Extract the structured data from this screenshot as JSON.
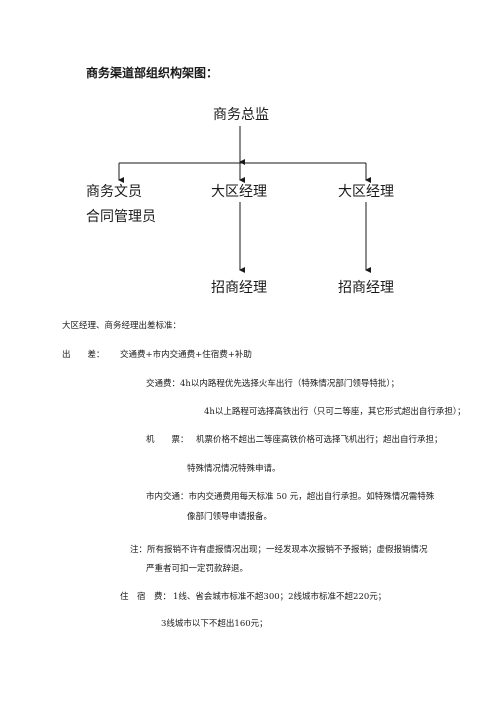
{
  "heading": "商务渠道部组织构架图：",
  "org_chart": {
    "top": "商务总监",
    "level2": [
      "商务文员",
      "大区经理",
      "大区经理"
    ],
    "level2_extra": "合同管理员",
    "level3": [
      "招商经理",
      "招商经理"
    ]
  },
  "standards": {
    "intro": "大区经理、商务经理出差标准：",
    "travel_label": "出　　差：",
    "travel_items": "交通费+市内交通费+住宿费+补助",
    "transport_l1": "交通费：4h以内路程优先选择火车出行（特殊情况部门领导特批）；",
    "transport_l2": "4h以上路程可选择高铁出行（只可二等座，其它形式超出自行承担）；",
    "flight_label": "机　　票：",
    "flight_l1": "机票价格不超出二等座高铁价格可选择飞机出行；超出自行承担；",
    "flight_l2": "特殊情况情况特殊申请。",
    "city_l1": "市内交通：市内交通费用每天标准 50 元，超出自行承担。如特殊情况需特殊",
    "city_l2": "像部门领导申请报备。",
    "note_l1": "注：所有报销不许有虚报情况出现；一经发现本次报销不予报销；虚假报销情况",
    "note_l2": "严重者可扣一定罚款辞退。",
    "lodging_label": "住　宿　费：",
    "lodging_l1": "1线、省会城市标准不超300；2线城市标准不超220元；",
    "lodging_l2": "3线城市以下不超出160元；"
  }
}
